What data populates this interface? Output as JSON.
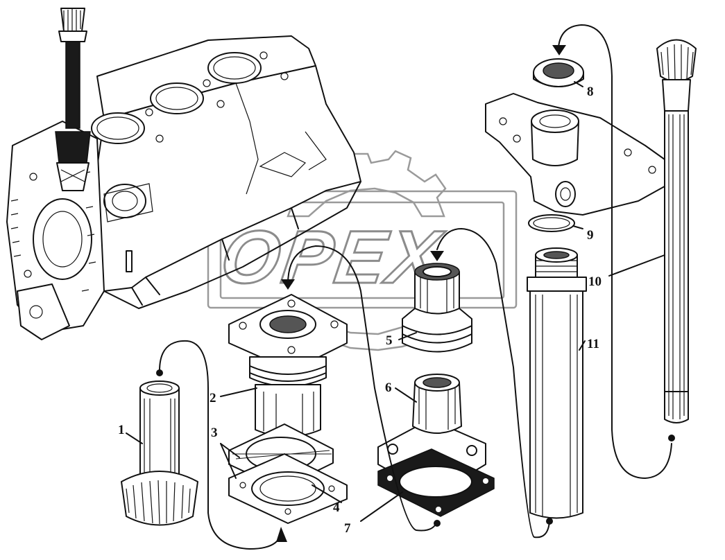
{
  "watermark": {
    "text": "OPEX"
  },
  "callouts": [
    "1",
    "2",
    "3",
    "4",
    "5",
    "6",
    "7",
    "8",
    "9",
    "10",
    "11"
  ],
  "colors": {
    "ink": "#111111",
    "watermark": "#8c8c8c",
    "background": "#ffffff"
  }
}
